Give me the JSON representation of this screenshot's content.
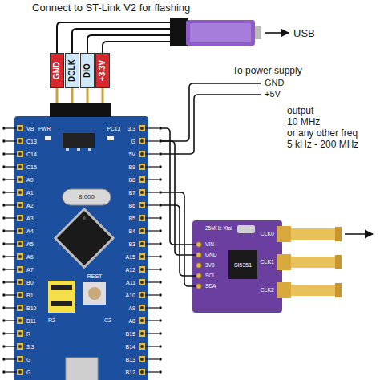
{
  "diagram": {
    "nodes": [
      {
        "text": [
          "GND"
        ]
      },
      {
        "text": [
          "DCLK"
        ]
      },
      {
        "text": [
          "DIO"
        ]
      },
      {
        "text": [
          "+3.3V"
        ]
      }
    ],
    "labels": [
      "Connect to ST-Link V2 for flashing",
      "USB",
      "To power supply",
      "GND",
      "+5V",
      "output",
      "10 MHz",
      "or any other freq",
      "5 kHz - 200 MHz",
      "PWR",
      "PC13",
      "8.000",
      "REST",
      "R2",
      "C2",
      "25MHz Xtal",
      "SI5351",
      "CLK0",
      "CLK1",
      "CLK2",
      "VIN",
      "GND",
      "3V0",
      "SCL",
      "SDA",
      "VB",
      "C13",
      "C14",
      "C15",
      "A0",
      "A1",
      "A2",
      "A3",
      "A4",
      "A5",
      "A6",
      "A7",
      "B0",
      "B1",
      "B10",
      "B11",
      "R",
      "3.3",
      "G",
      "G",
      "3.3",
      "G",
      "5V",
      "B9",
      "B8",
      "B7",
      "B6",
      "B5",
      "B4",
      "B3",
      "A15",
      "A12",
      "A11",
      "A10",
      "A9",
      "A8",
      "B15",
      "B14",
      "B13",
      "B12"
    ]
  }
}
